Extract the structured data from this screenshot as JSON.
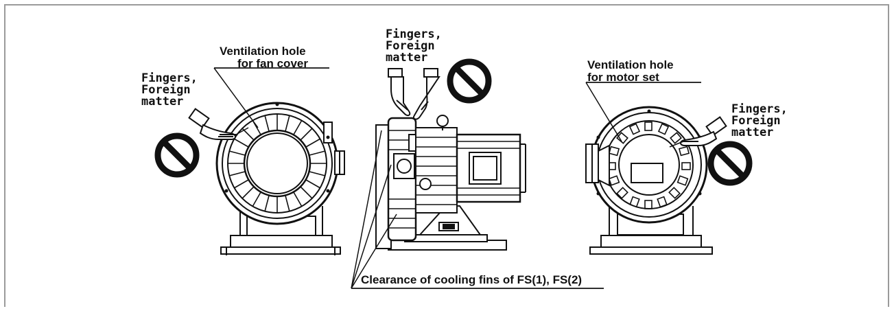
{
  "labels": {
    "vent_fan_line1": "Ventilation hole",
    "vent_fan_line2": "for fan cover",
    "fingers_left_line1": "Fingers,",
    "fingers_left_line2": "Foreign",
    "fingers_left_line3": "matter",
    "fingers_mid_line1": "Fingers,",
    "fingers_mid_line2": "Foreign",
    "fingers_mid_line3": "matter",
    "vent_motor_line1": "Ventilation hole",
    "vent_motor_line2": "for motor set",
    "fingers_right_line1": "Fingers,",
    "fingers_right_line2": "Foreign",
    "fingers_right_line3": "matter",
    "clearance": "Clearance of cooling fins of FS(1), FS(2)"
  },
  "icons": {
    "prohibition": "prohibition-icon",
    "hand": "pointing-hand-icon"
  },
  "colors": {
    "line": "#111111",
    "frame": "#9a9a9a"
  }
}
